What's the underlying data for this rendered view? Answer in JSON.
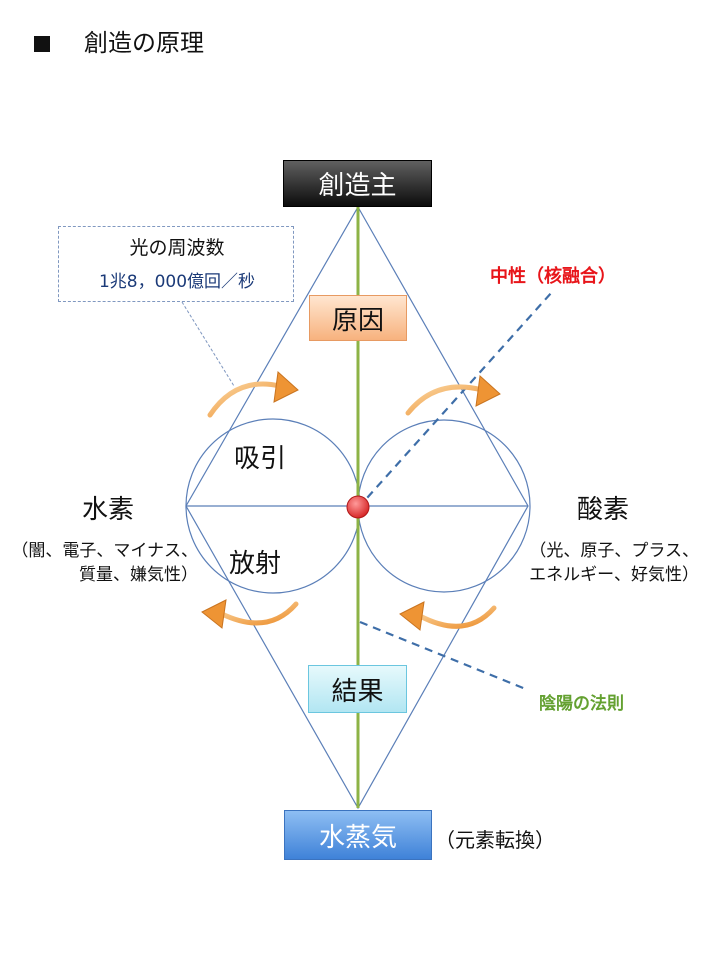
{
  "header": {
    "title": "創造の原理"
  },
  "nodes": {
    "creator": "創造主",
    "cause": "原因",
    "result": "結果",
    "steam": "水蒸気"
  },
  "callout": {
    "title": "光の周波数",
    "value": "1兆8，000億回／秒"
  },
  "center": {
    "attraction": "吸引",
    "radiation": "放射"
  },
  "left": {
    "label": "水素",
    "note_line1": "（闇、電子、マイナス、",
    "note_line2": "質量、嫌気性）"
  },
  "right": {
    "label": "酸素",
    "note_line1": "（光、原子、プラス、",
    "note_line2": "エネルギー、好気性）"
  },
  "annotations": {
    "neutral": "中性（核融合）",
    "yin_yang": "陰陽の法則",
    "transmutation": "（元素転換）"
  },
  "colors": {
    "diamond_line": "#5b7fb8",
    "axis": "#8db346",
    "dashed": "#3e6ea8",
    "arrow": "#f3a144",
    "center_dot": "#e83030"
  }
}
